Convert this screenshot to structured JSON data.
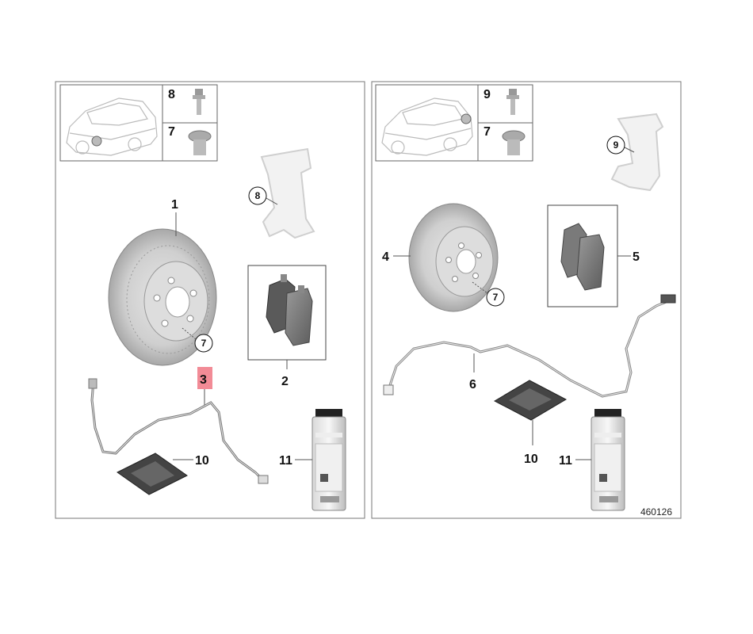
{
  "callouts": {
    "c1": "1",
    "c2": "2",
    "c3": "3",
    "c4": "4",
    "c5": "5",
    "c6": "6",
    "c7": "7",
    "c8": "8",
    "c9": "9",
    "c10": "10",
    "c11": "11"
  },
  "catalog_number": "460126",
  "colors": {
    "highlight": "#f28b96",
    "line": "#555555",
    "part_gray": "#c8c8c8"
  }
}
